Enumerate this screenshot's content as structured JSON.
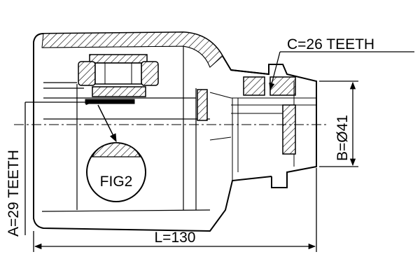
{
  "labels": {
    "c_teeth": "C=26 TEETH",
    "a_teeth": "A=29 TEETH",
    "b_diameter": "B=Ø41",
    "length": "L=130",
    "fig": "FIG2"
  }
}
